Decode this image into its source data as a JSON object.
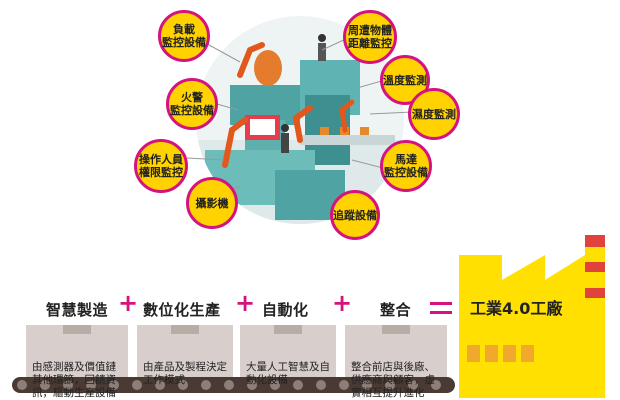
{
  "bubbles": [
    {
      "id": "load",
      "label": "負載\n監控設備"
    },
    {
      "id": "fire",
      "label": "火警\n監控設備"
    },
    {
      "id": "access",
      "label": "操作人員\n權限監控"
    },
    {
      "id": "camera",
      "label": "攝影機"
    },
    {
      "id": "distance",
      "label": "周遭物體\n距離監控"
    },
    {
      "id": "temperature",
      "label": "溫度監測"
    },
    {
      "id": "humidity",
      "label": "濕度監測"
    },
    {
      "id": "motor",
      "label": "馬達\n監控設備"
    },
    {
      "id": "tracking",
      "label": "追蹤設備"
    }
  ],
  "equation": {
    "terms": [
      "智慧製造",
      "數位化生產",
      "自動化",
      "整合"
    ],
    "plus": "+",
    "result": "工業4.0工廠"
  },
  "descriptions": [
    "由感測器及價值鏈\n其他環節，回饋資\n訊，驅動生產設備",
    "由產品及製程決定\n工作模式",
    "大量人工智慧及自\n動化設備",
    "整合前店與後廠、\n供應商與顧客，虛\n實相互提升進化"
  ],
  "colors": {
    "accent": "#d4137f",
    "bubble_fill": "#ffd200",
    "factory_yellow": "#ffe000",
    "machine_teal": "#4fa3a3",
    "robot_orange": "#e2581c",
    "conveyor": "#4a3a33"
  }
}
